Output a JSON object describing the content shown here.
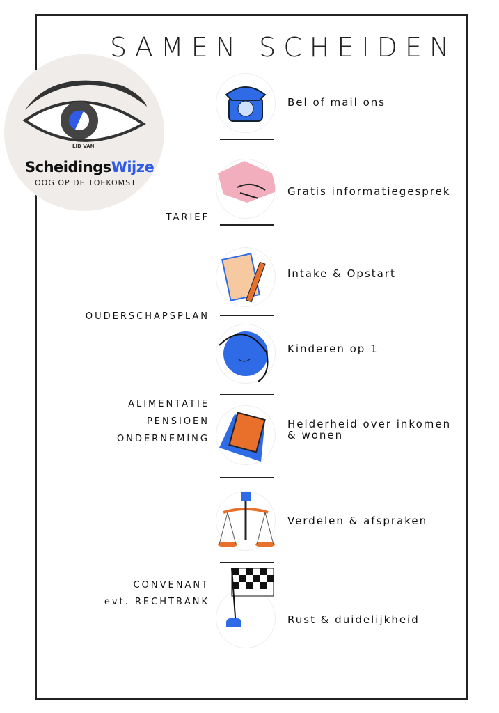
{
  "title": "SAMEN SCHEIDEN",
  "logo": {
    "lid_van": "LID VAN",
    "brand_a": "Scheidings",
    "brand_b": "Wijze",
    "tagline": "OOG OP DE TOEKOMST"
  },
  "steps": [
    {
      "label": "Bel of mail ons",
      "icon": "phone-icon"
    },
    {
      "label": "Gratis informatiegesprek",
      "icon": "handshake-icon"
    },
    {
      "label": "Intake & Opstart",
      "icon": "notepad-icon"
    },
    {
      "label": "Kinderen op 1",
      "icon": "smiley-face-icon"
    },
    {
      "label": "Helderheid over inkomen",
      "label2": "& wonen",
      "icon": "calculator-icon"
    },
    {
      "label": "Verdelen & afspraken",
      "icon": "scales-icon"
    },
    {
      "label": "Rust & duidelijkheid",
      "icon": "checkered-flag-icon"
    }
  ],
  "side_labels": {
    "tarief": "TARIEF",
    "ouderschapsplan": "OUDERSCHAPSPLAN",
    "alimentatie": "ALIMENTATIE",
    "pensioen": "PENSIOEN",
    "onderneming": "ONDERNEMING",
    "convenant": "CONVENANT",
    "rechtbank": "evt. RECHTBANK"
  },
  "colors": {
    "blue": "#2f6be6",
    "orange": "#e8702a",
    "pink": "#f2aebc"
  }
}
